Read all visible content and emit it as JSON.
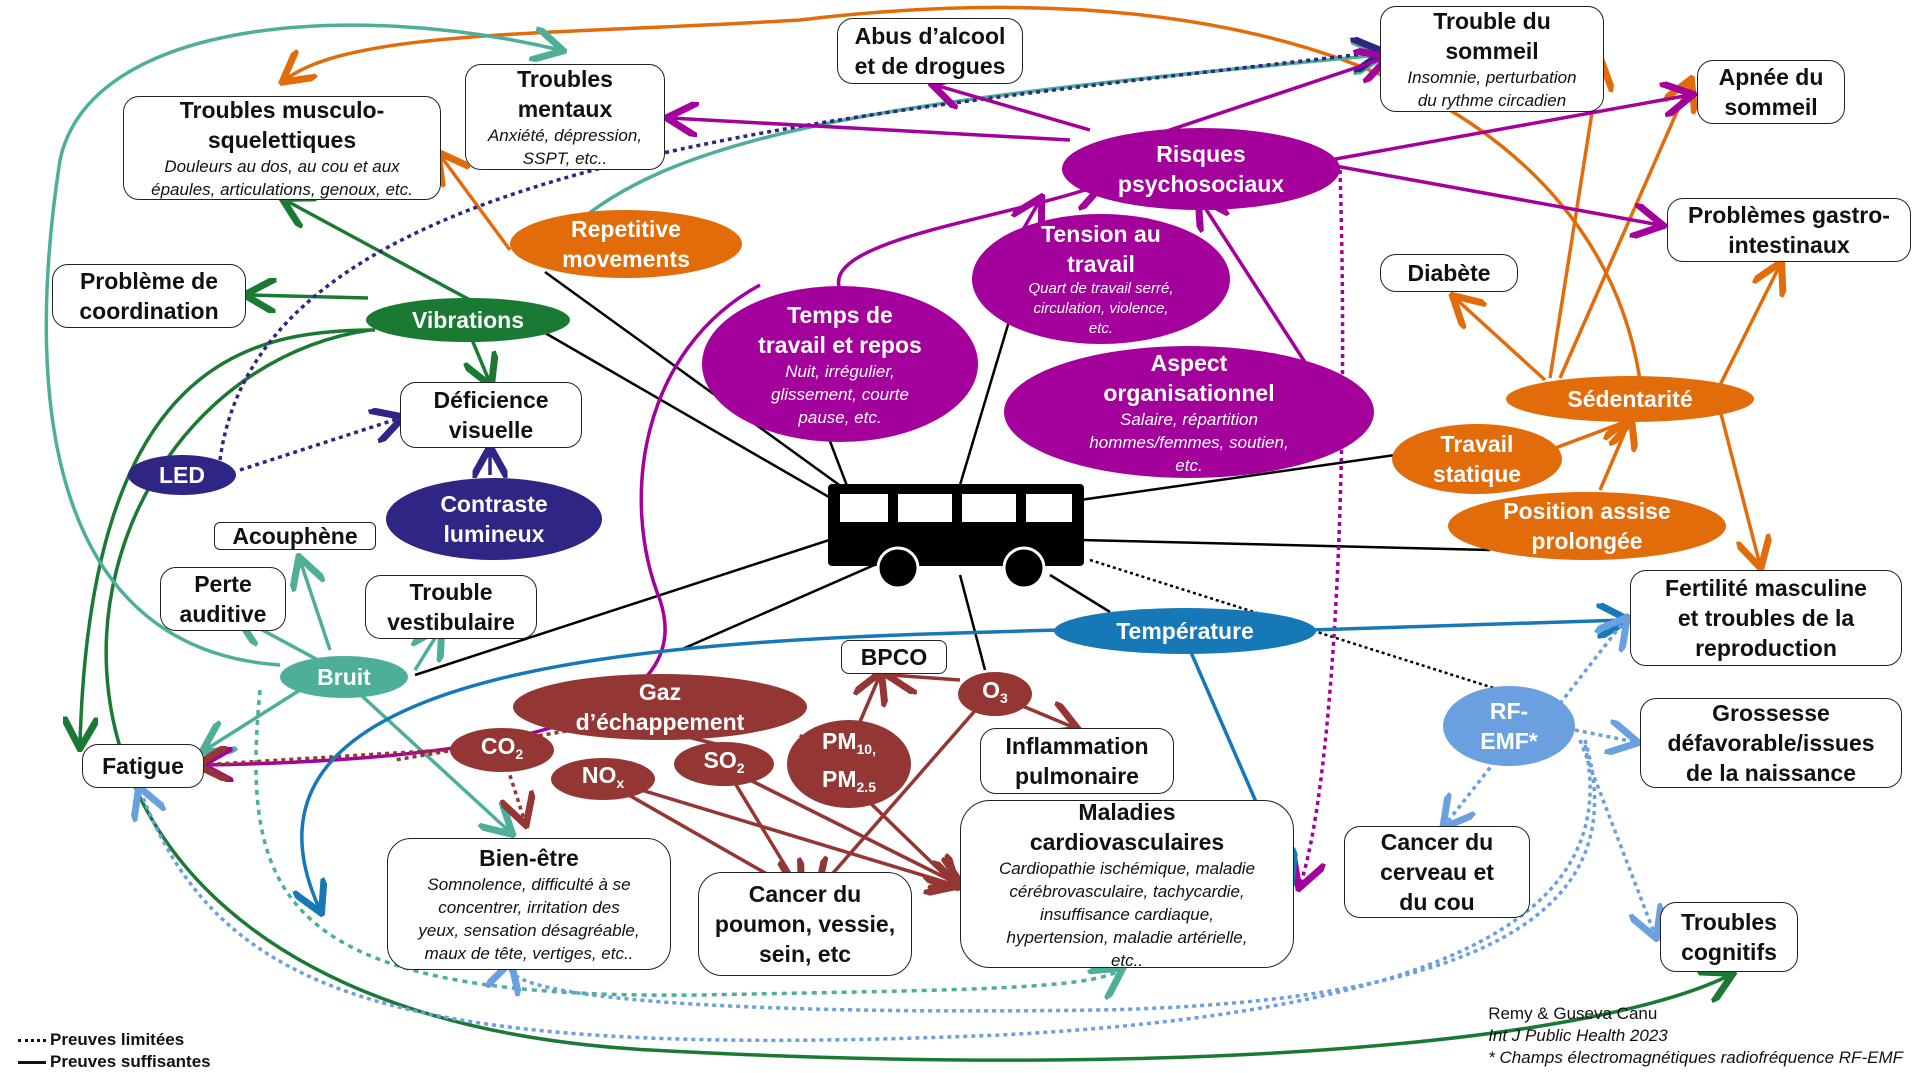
{
  "colors": {
    "orange": "#e36c0a",
    "green": "#1a7a33",
    "teal": "#4daf98",
    "navy": "#2e2585",
    "magenta": "#a3009c",
    "maroon": "#943634",
    "blue": "#1778b8",
    "light_blue": "#6a9fe0",
    "black": "#000000"
  },
  "center": {
    "icon": "bus-icon"
  },
  "exposures": {
    "repetitive": "Repetitive\nmovements",
    "vibrations": "Vibrations",
    "led": "LED",
    "contraste": "Contraste\nlumineux",
    "bruit": "Bruit",
    "risques": "Risques\npsychosociaux",
    "tension": {
      "title": "Tension au\ntravail",
      "sub": "Quart de travail serré,\ncirculation, violence,\netc."
    },
    "temps": {
      "title": "Temps de\ntravail et repos",
      "sub": "Nuit, irrégulier,\nglissement, courte\npause, etc."
    },
    "aspect": {
      "title": "Aspect\norganisationnel",
      "sub": "Salaire, répartition\nhommes/femmes, soutien,\netc."
    },
    "sedentarite": "Sédentarité",
    "travail_statique": "Travail\nstatique",
    "position_assise": "Position assise\nprolongée",
    "temperature": "Température",
    "rfemf": "RF-\nEMF*",
    "gaz": "Gaz\nd’échappement",
    "co2_main": "CO",
    "co2_sub": "2",
    "nox_main": "NO",
    "nox_sub": "x",
    "so2_main": "SO",
    "so2_sub": "2",
    "o3_main": "O",
    "o3_sub": "3",
    "pm_line1_main": "PM",
    "pm_line1_sub": "10,",
    "pm_line2_main": "PM",
    "pm_line2_sub": "2.5"
  },
  "outcomes": {
    "musculo": {
      "title": "Troubles musculo-\nsquelettiques",
      "sub": "Douleurs au dos, au cou et aux\népaules, articulations, genoux, etc."
    },
    "mentaux": {
      "title": "Troubles\nmentaux",
      "sub": "Anxiété, dépression,\nSSPT, etc.."
    },
    "alcool": "Abus d’alcool\net de drogues",
    "sommeil": {
      "title": "Trouble du\nsommeil",
      "sub": "Insomnie, perturbation\ndu rythme circadien"
    },
    "apnee": "Apnée du\nsommeil",
    "gastro": "Problèmes gastro-\nintestinaux",
    "diabete": "Diabète",
    "coordination": "Problème de\ncoordination",
    "visuelle": "Déficience\nvisuelle",
    "acouphene": "Acouphène",
    "perte": "Perte\nauditive",
    "vestibulaire": "Trouble\nvestibulaire",
    "fatigue": "Fatigue",
    "fertilite": "Fertilité masculine\net troubles de la\nreproduction",
    "grossesse": "Grossesse\ndéfavorable/issues\nde la naissance",
    "cerveau": "Cancer du\ncerveau et\ndu cou",
    "cognitifs": "Troubles\ncognitifs",
    "bpco": "BPCO",
    "inflammation": "Inflammation\npulmonaire",
    "cardio": {
      "title": "Maladies\ncardiovasculaires",
      "sub": "Cardiopathie ischémique, maladie\ncérébrovasculaire, tachycardie,\ninsuffisance cardiaque,\nhypertension, maladie artérielle,\netc.."
    },
    "cancer_poumon": "Cancer du\npoumon, vessie,\nsein, etc",
    "bienetre": {
      "title": "Bien-être",
      "sub": "Somnolence, difficulté à se\nconcentrer, irritation des\nyeux, sensation désagréable,\nmaux de tête, vertiges, etc.."
    }
  },
  "legend": {
    "limited": "Preuves limitées",
    "sufficient": "Preuves suffisantes"
  },
  "citation": {
    "authors": "Remy & Guseva Canu",
    "journal": "Int J Public Health 2023",
    "footnote": "* Champs électromagnétiques radiofréquence RF-EMF"
  }
}
